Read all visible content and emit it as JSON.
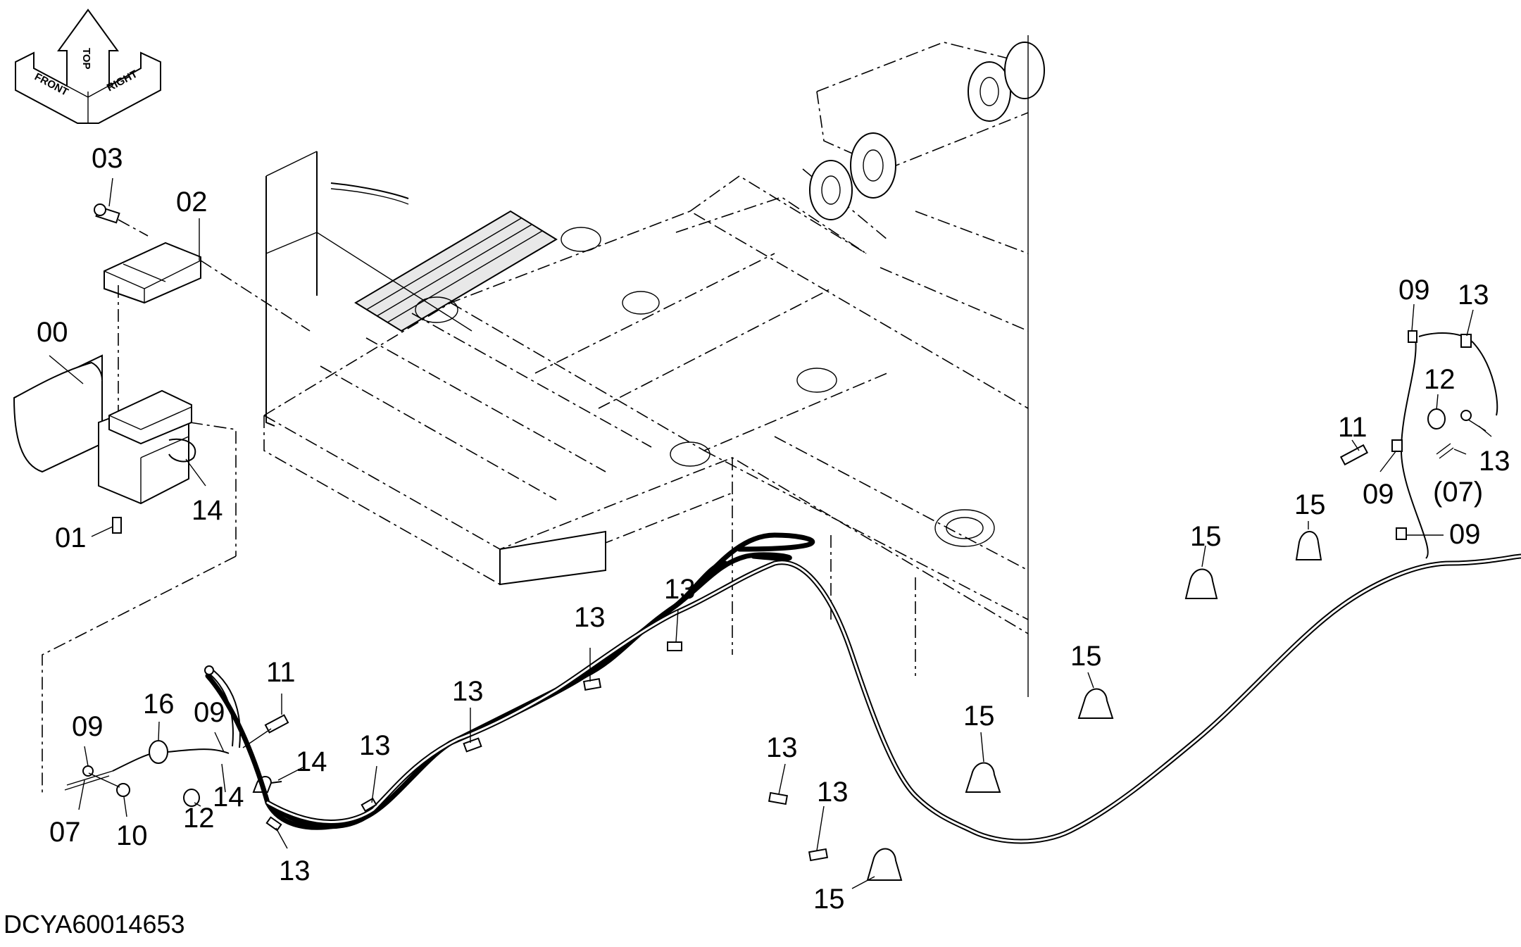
{
  "document_code": "DCYA60014653",
  "orientation_indicator": {
    "front_label": "FRONT",
    "top_label": "TOP",
    "right_label": "RIGHT"
  },
  "callouts": [
    {
      "id": "c00",
      "text": "00"
    },
    {
      "id": "c01",
      "text": "01"
    },
    {
      "id": "c02",
      "text": "02"
    },
    {
      "id": "c03",
      "text": "03"
    },
    {
      "id": "c14a",
      "text": "14"
    },
    {
      "id": "c09a",
      "text": "09"
    },
    {
      "id": "c07a",
      "text": "07"
    },
    {
      "id": "c10",
      "text": "10"
    },
    {
      "id": "c16",
      "text": "16"
    },
    {
      "id": "c09b",
      "text": "09"
    },
    {
      "id": "c12a",
      "text": "12"
    },
    {
      "id": "c14b",
      "text": "14"
    },
    {
      "id": "c11a",
      "text": "11"
    },
    {
      "id": "c14c",
      "text": "14"
    },
    {
      "id": "c13a",
      "text": "13"
    },
    {
      "id": "c13b",
      "text": "13"
    },
    {
      "id": "c13c",
      "text": "13"
    },
    {
      "id": "c13d",
      "text": "13"
    },
    {
      "id": "c13e",
      "text": "13"
    },
    {
      "id": "c13f",
      "text": "13"
    },
    {
      "id": "c13g",
      "text": "13"
    },
    {
      "id": "c15a",
      "text": "15"
    },
    {
      "id": "c15b",
      "text": "15"
    },
    {
      "id": "c15c",
      "text": "15"
    },
    {
      "id": "c15d",
      "text": "15"
    },
    {
      "id": "c15e",
      "text": "15"
    },
    {
      "id": "c09c",
      "text": "09"
    },
    {
      "id": "c13h",
      "text": "13"
    },
    {
      "id": "c12b",
      "text": "12"
    },
    {
      "id": "c11b",
      "text": "11"
    },
    {
      "id": "c13i",
      "text": "13"
    },
    {
      "id": "c09d",
      "text": "09"
    },
    {
      "id": "c07b",
      "text": "(07)"
    },
    {
      "id": "c09e",
      "text": "09"
    }
  ]
}
